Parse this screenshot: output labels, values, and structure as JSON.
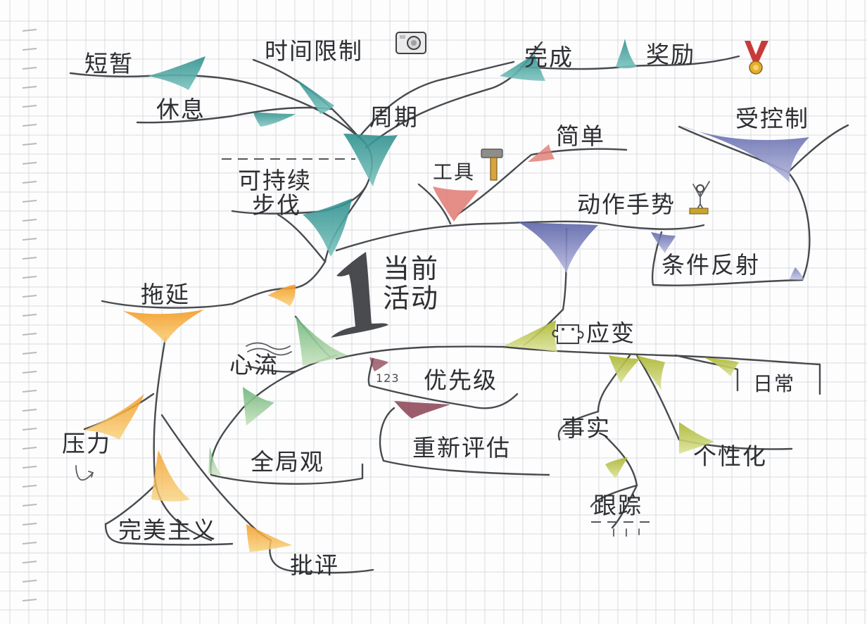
{
  "center": {
    "number": "1",
    "line1": "当前",
    "line2": "活动"
  },
  "branches": {
    "short": "短暂",
    "time_limit": "时间限制",
    "rest": "休息",
    "period": "周期",
    "sustainable_1": "可持续",
    "sustainable_2": "步伐",
    "complete": "完成",
    "reward": "奖励",
    "tool": "工具",
    "simple": "简单",
    "controlled": "受控制",
    "gesture": "动作手势",
    "reflex": "条件反射",
    "procrastinate": "拖延",
    "flow": "心流",
    "priority": "优先级",
    "priority_num": "123",
    "adapt": "应变",
    "daily": "日常",
    "pressure": "压力",
    "big_picture": "全局观",
    "reassess": "重新评估",
    "fact": "事实",
    "personal": "个性化",
    "track": "跟踪",
    "perfectionism": "完美主义",
    "criticism": "批评"
  },
  "colors": {
    "teal": "#3e9c9a",
    "salmon": "#e2827a",
    "indigo": "#6f76b5",
    "orange": "#f2ab3c",
    "green": "#93c48f",
    "olive": "#bcc44a",
    "maroon": "#7b3a4a",
    "gold": "#e8b84a"
  }
}
